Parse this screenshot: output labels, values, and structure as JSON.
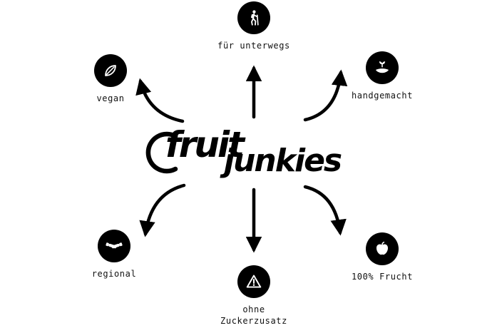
{
  "logo": {
    "fruit": "fruit",
    "junkies": "junkies"
  },
  "features": [
    {
      "id": "fuer-unterwegs",
      "label": "für unterwegs",
      "icon": "hiker-icon",
      "position": "top"
    },
    {
      "id": "vegan",
      "label": "vegan",
      "icon": "leaf-icon",
      "position": "top-left"
    },
    {
      "id": "handgemacht",
      "label": "handgemacht",
      "icon": "hand-plant-icon",
      "position": "top-right"
    },
    {
      "id": "regional",
      "label": "regional",
      "icon": "handshake-icon",
      "position": "bottom-left"
    },
    {
      "id": "ohne-zuckerzusatz",
      "label": "ohne Zuckerzusatz",
      "icon": "warning-triangle-icon",
      "position": "bottom"
    },
    {
      "id": "100-frucht",
      "label": "100% Frucht",
      "icon": "apple-icon",
      "position": "bottom-right"
    }
  ],
  "colors": {
    "background": "#ffffff",
    "icon_background": "#000000",
    "icon_glyph": "#ffffff",
    "text": "#111111",
    "arrow": "#000000"
  }
}
